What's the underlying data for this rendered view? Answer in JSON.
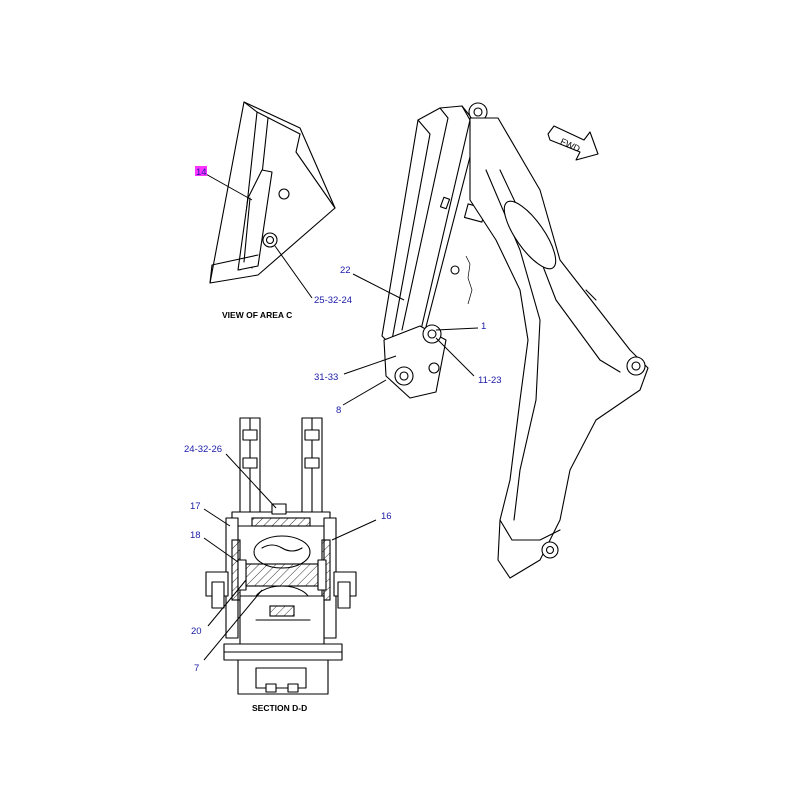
{
  "view_area_c": {
    "caption": "VIEW OF AREA C",
    "callouts": {
      "part14": "14",
      "c25_32_24": "25-32-24"
    }
  },
  "boom": {
    "fwd_label": "FWD",
    "callouts": {
      "c22": "22",
      "c1": "1",
      "c31_33": "31-33",
      "c11_23": "11-23",
      "c8": "8"
    }
  },
  "section_dd": {
    "caption": "SECTION D-D",
    "callouts": {
      "c24_32_26": "24-32-26",
      "c17": "17",
      "c16": "16",
      "c18": "18",
      "c20": "20",
      "c7": "7"
    }
  },
  "colors": {
    "callout_text": "#1a1aa6",
    "highlight": "#ff33ff"
  }
}
